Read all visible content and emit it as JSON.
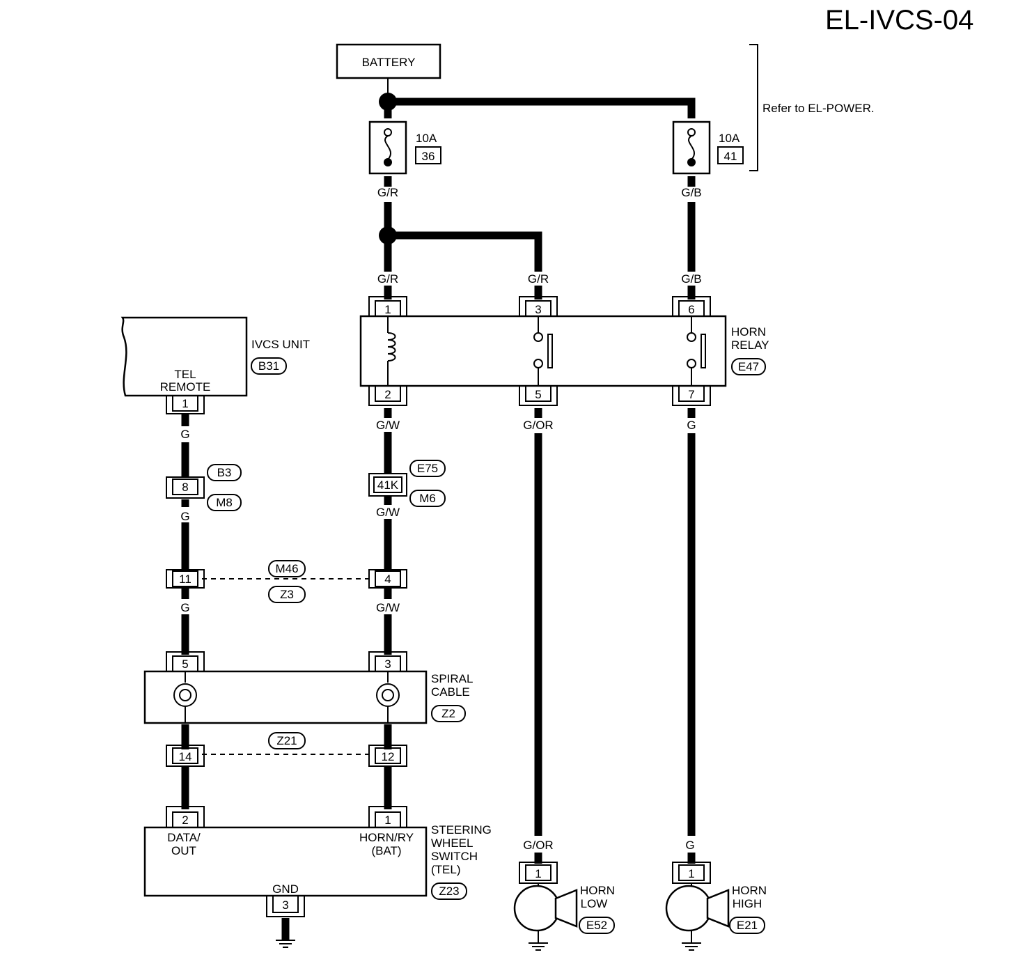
{
  "page_code": "EL-IVCS-04",
  "battery": "BATTERY",
  "refer_note": "Refer to EL-POWER.",
  "fuses": [
    {
      "rating": "10A",
      "number": "36"
    },
    {
      "rating": "10A",
      "number": "41"
    }
  ],
  "wire_colors": {
    "gr": "G/R",
    "gb": "G/B",
    "gw": "G/W",
    "gor": "G/OR",
    "g": "G"
  },
  "horn_relay": {
    "label1": "HORN",
    "label2": "RELAY",
    "connector": "E47",
    "pins": [
      "1",
      "3",
      "6",
      "2",
      "5",
      "7"
    ]
  },
  "ivcs_unit": {
    "label": "IVCS UNIT",
    "connector": "B31",
    "term1": "TEL",
    "term2": "REMOTE",
    "pin": "1"
  },
  "joints": {
    "b3": "B3",
    "m8": "M8",
    "pin8": "8",
    "e75": "E75",
    "m6": "M6",
    "pin41k": "41K",
    "m46": "M46",
    "z3": "Z3",
    "pin11": "11",
    "pin4": "4",
    "z21": "Z21",
    "pin14": "14",
    "pin12": "12"
  },
  "spiral_cable": {
    "label1": "SPIRAL",
    "label2": "CABLE",
    "connector": "Z2",
    "pins": [
      "5",
      "3"
    ]
  },
  "steering_switch": {
    "label1": "STEERING",
    "label2": "WHEEL",
    "label3": "SWITCH",
    "label4": "(TEL)",
    "connector": "Z23",
    "data1": "DATA/",
    "data2": "OUT",
    "horn1": "HORN/RY",
    "horn2": "(BAT)",
    "gnd": "GND",
    "pins": [
      "2",
      "1",
      "3"
    ]
  },
  "horn_low": {
    "label1": "HORN",
    "label2": "LOW",
    "connector": "E52",
    "pin": "1"
  },
  "horn_high": {
    "label1": "HORN",
    "label2": "HIGH",
    "connector": "E21",
    "pin": "1"
  }
}
